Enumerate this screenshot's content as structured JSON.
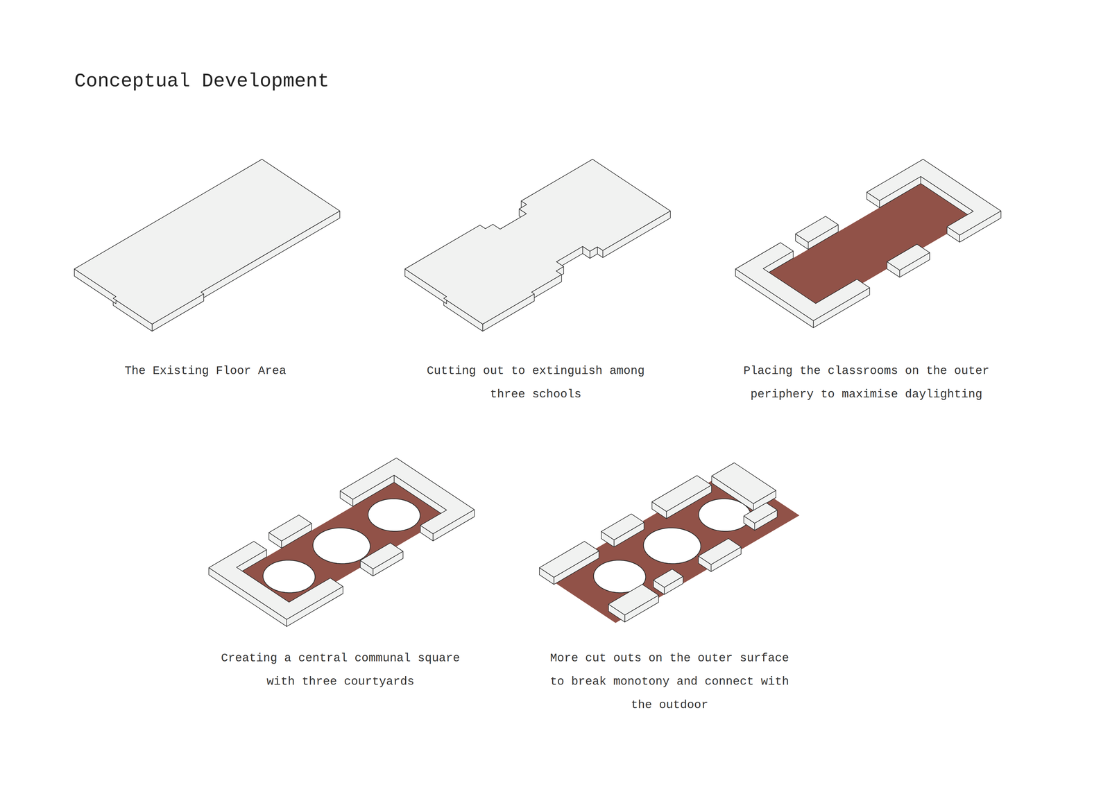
{
  "diagram": {
    "title": "Conceptual Development",
    "labels": [
      "The Existing Floor Area",
      "Cutting out to extinguish among three schools",
      "Placing the classrooms on the outer periphery to maximise daylighting",
      "Creating a central communal square with three courtyards",
      "More cut outs on the outer surface to break monotony and connect with the outdoor"
    ]
  }
}
